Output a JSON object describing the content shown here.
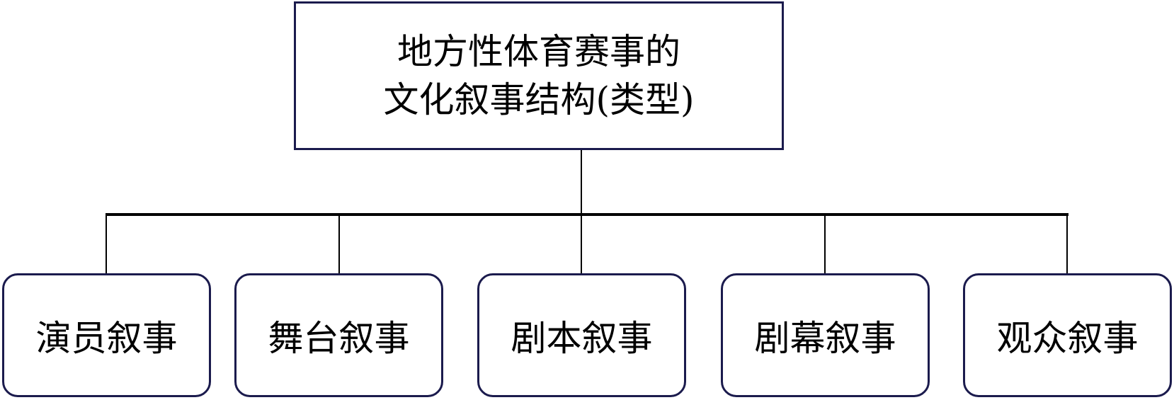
{
  "root": {
    "line1": "地方性体育赛事的",
    "line2": "文化叙事结构(类型)"
  },
  "children": [
    {
      "label": "演员叙事"
    },
    {
      "label": "舞台叙事"
    },
    {
      "label": "剧本叙事"
    },
    {
      "label": "剧幕叙事"
    },
    {
      "label": "观众叙事"
    }
  ],
  "colors": {
    "border": "#1b1b4d",
    "connector": "#000000"
  }
}
